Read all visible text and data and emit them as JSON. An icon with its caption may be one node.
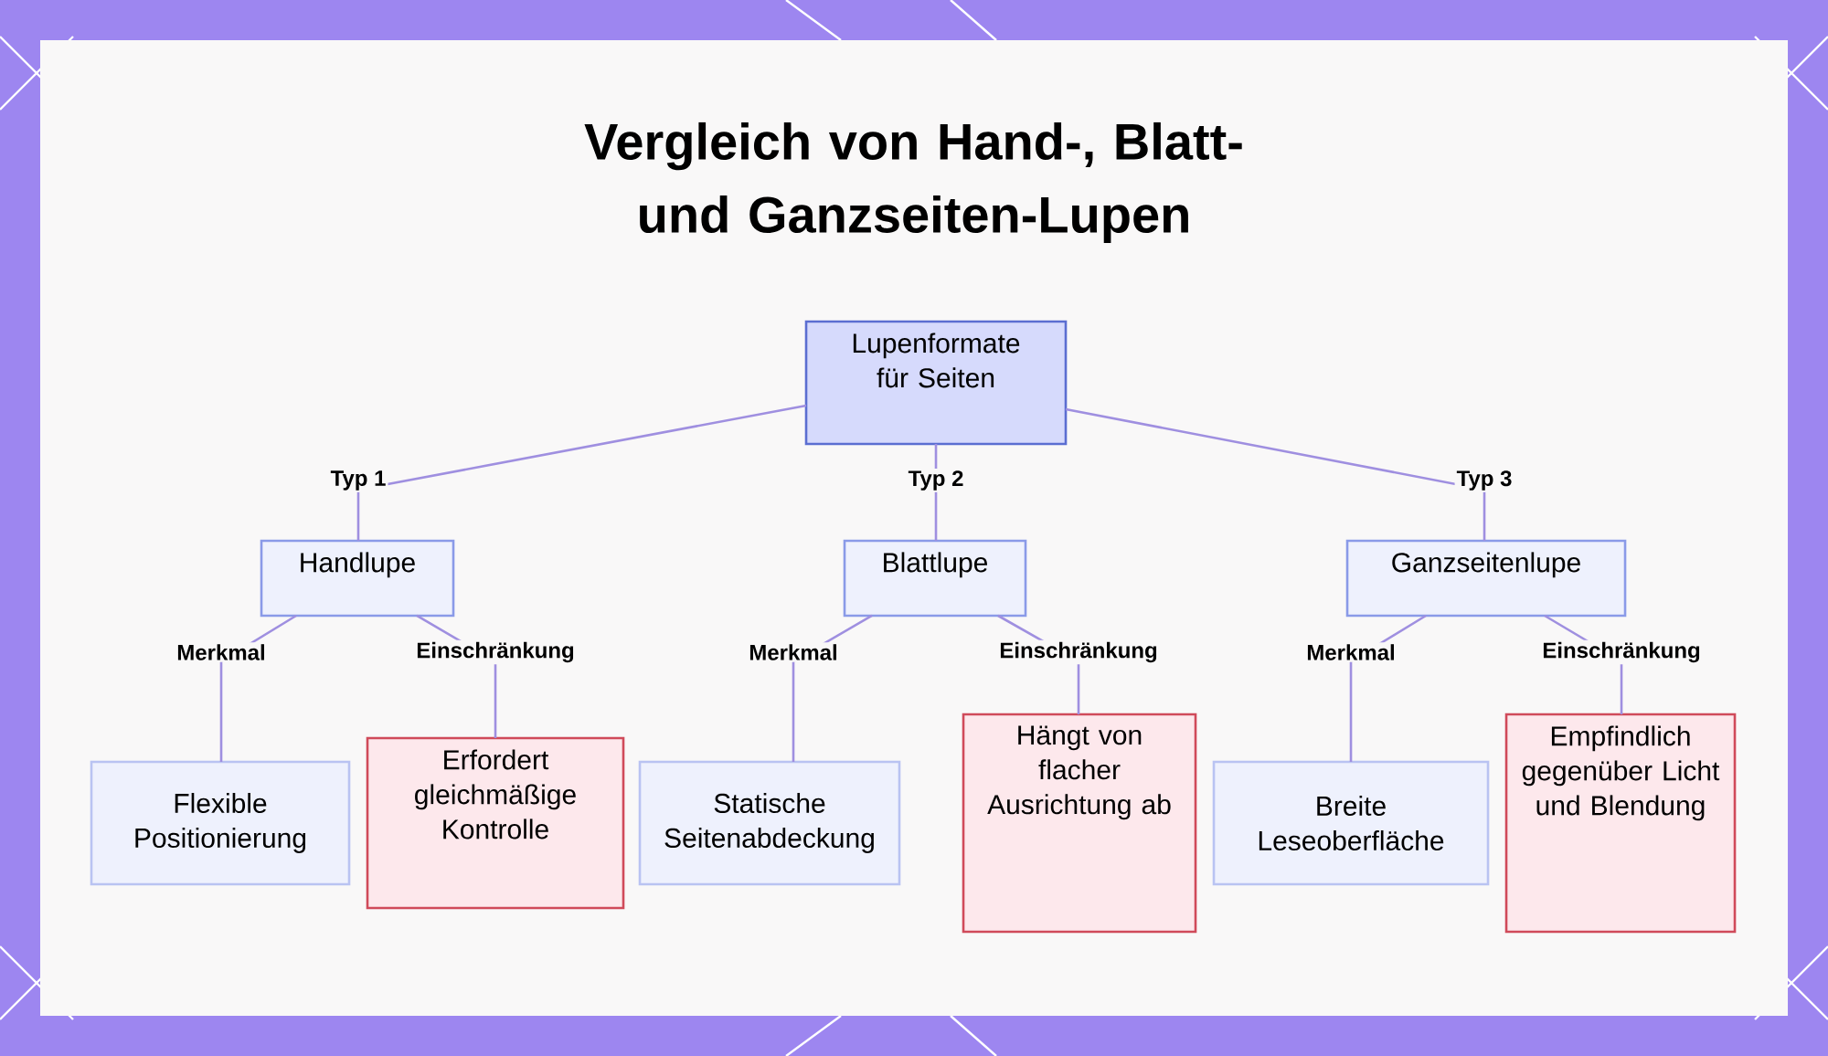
{
  "diagram": {
    "title": "Vergleich von Hand-, Blatt- und Ganzseiten-Lupen",
    "nodes": [
      {
        "text": [
          "Lupenformate für Seiten"
        ]
      },
      {
        "text": [
          "Handlupe"
        ]
      },
      {
        "text": [
          "Blattlupe"
        ]
      },
      {
        "text": [
          "Ganzseitenlupe"
        ]
      },
      {
        "text": [
          "Flexible Positionierung"
        ]
      },
      {
        "text": [
          "Erfordert gleichmäßige Kontrolle"
        ]
      },
      {
        "text": [
          "Statische Seitenabdeckung"
        ]
      },
      {
        "text": [
          "Hängt von flacher Ausrichtung ab"
        ]
      },
      {
        "text": [
          "Breite Leseoberfläche"
        ]
      },
      {
        "text": [
          "Empfindlich gegenüber Licht und Blendung"
        ]
      }
    ],
    "edges": [
      {
        "from": 0,
        "to": 1,
        "arrow": "none",
        "label": "Typ 1"
      },
      {
        "from": 0,
        "to": 2,
        "arrow": "none",
        "label": "Typ 2"
      },
      {
        "from": 0,
        "to": 3,
        "arrow": "none",
        "label": "Typ 3"
      },
      {
        "from": 1,
        "to": 4,
        "arrow": "none",
        "label": "Merkmal"
      },
      {
        "from": 1,
        "to": 5,
        "arrow": "none",
        "label": "Einschränkung"
      },
      {
        "from": 2,
        "to": 6,
        "arrow": "none",
        "label": "Merkmal"
      },
      {
        "from": 2,
        "to": 7,
        "arrow": "none",
        "label": "Einschränkung"
      },
      {
        "from": 3,
        "to": 8,
        "arrow": "none",
        "label": "Merkmal"
      },
      {
        "from": 3,
        "to": 9,
        "arrow": "none",
        "label": "Einschränkung"
      }
    ]
  }
}
